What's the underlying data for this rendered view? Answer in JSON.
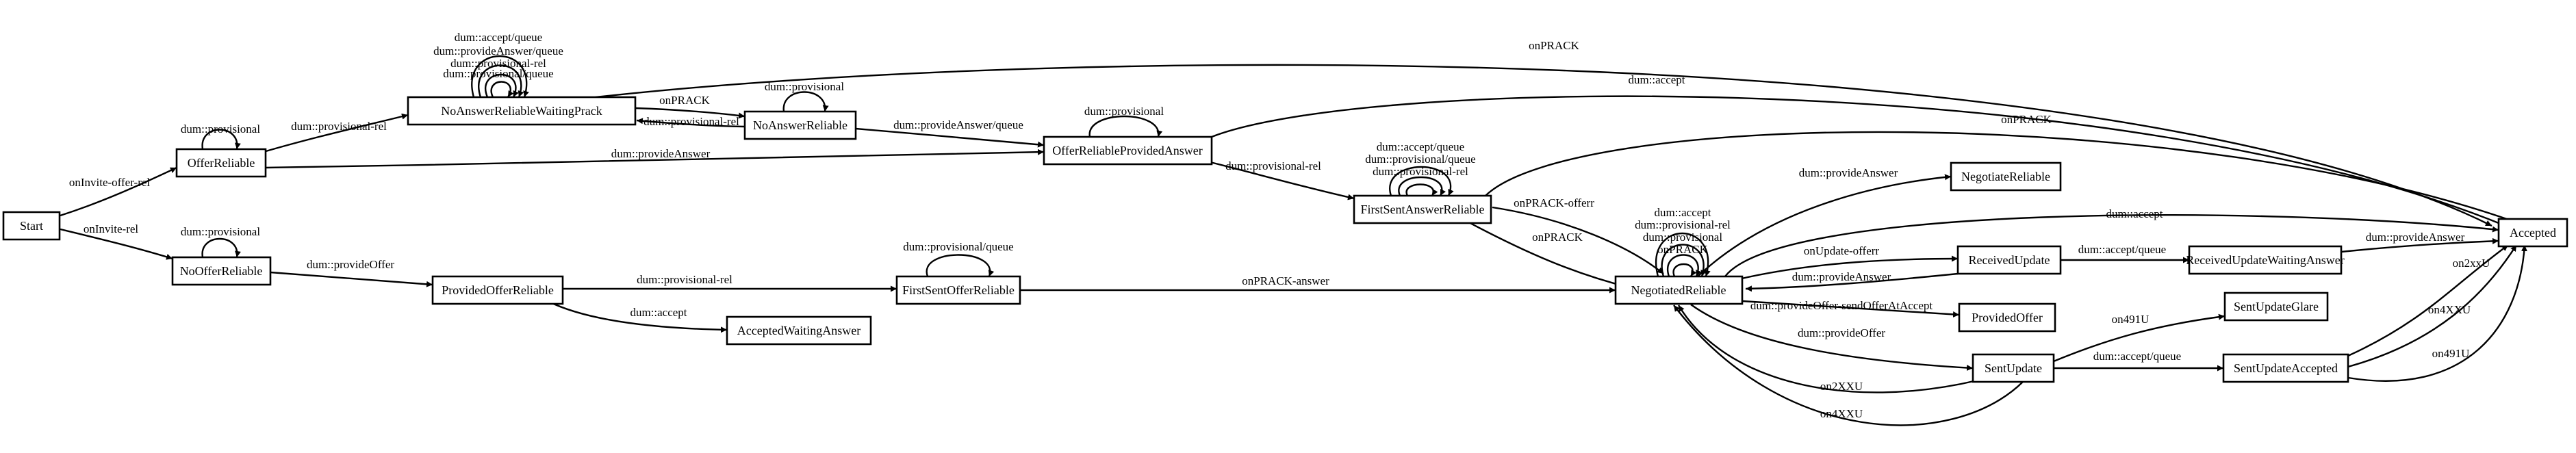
{
  "nodes": {
    "start": "Start",
    "offer_reliable": "OfferReliable",
    "no_offer_reliable": "NoOfferReliable",
    "no_answer_reliable_waiting_prack": "NoAnswerReliableWaitingPrack",
    "no_answer_reliable": "NoAnswerReliable",
    "offer_reliable_provided_answer": "OfferReliableProvidedAnswer",
    "first_sent_answer_reliable": "FirstSentAnswerReliable",
    "provided_offer_reliable": "ProvidedOfferReliable",
    "accepted_waiting_answer": "AcceptedWaitingAnswer",
    "first_sent_offer_reliable": "FirstSentOfferReliable",
    "negotiated_reliable": "NegotiatedReliable",
    "negotiate_reliable": "NegotiateReliable",
    "received_update": "ReceivedUpdate",
    "received_update_waiting_answer": "ReceivedUpdateWaitingAnswer",
    "provided_offer": "ProvidedOffer",
    "sent_update": "SentUpdate",
    "sent_update_glare": "SentUpdateGlare",
    "sent_update_accepted": "SentUpdateAccepted",
    "accepted": "Accepted"
  },
  "edge_labels": {
    "start_offer": "onInvite-offer-rel",
    "start_nooffer": "onInvite-rel",
    "or_self": "dum::provisional",
    "nor_self": "dum::provisional",
    "or_waitprack": "dum::provisional-rel",
    "or_orpa": "dum::provideAnswer",
    "wp_self_1": "dum::accept/queue",
    "wp_self_2": "dum::provideAnswer/queue",
    "wp_self_3": "dum::provisional-rel",
    "wp_self_4": "dum::provisional/queue",
    "wp_nar": "onPRACK",
    "nar_wp": "dum::provisional-rel",
    "wp_accepted": "onPRACK",
    "nar_self": "dum::provisional",
    "nar_orpa": "dum::provideAnswer/queue",
    "orpa_self": "dum::provisional",
    "orpa_accepted": "dum::accept",
    "orpa_fsar": "dum::provisional-rel",
    "fsar_self_1": "dum::accept/queue",
    "fsar_self_2": "dum::provisional/queue",
    "fsar_self_3": "dum::provisional-rel",
    "fsar_accepted": "onPRACK",
    "fsar_nr_offer": "onPRACK-offerr",
    "fsar_nr": "onPRACK",
    "nor_por": "dum::provideOffer",
    "por_fsor": "dum::provisional-rel",
    "por_awa": "dum::accept",
    "fsor_self": "dum::provisional/queue",
    "fsor_nr": "onPRACK-answer",
    "nr_self_1": "dum::accept",
    "nr_self_2": "dum::provisional-rel",
    "nr_self_3": "dum::provisional",
    "nr_self_4": "onPRACK",
    "nr_negrel": "dum::provideAnswer",
    "nr_accepted": "dum::accept",
    "nr_ru": "onUpdate-offerr",
    "ru_nr": "dum::provideAnswer",
    "ru_ruwa": "dum::accept/queue",
    "ruwa_accepted": "dum::provideAnswer",
    "nr_po": "dum::provideOffer-sendOfferAtAccept",
    "nr_su": "dum::provideOffer",
    "su_nr_2xx": "on2XXU",
    "su_nr_4xx": "on4XXU",
    "su_sug": "on491U",
    "su_sua": "dum::accept/queue",
    "sua_accepted_2xx": "on2xxU",
    "sua_accepted_4xx": "on4XXU",
    "sua_accepted_491": "on491U"
  }
}
